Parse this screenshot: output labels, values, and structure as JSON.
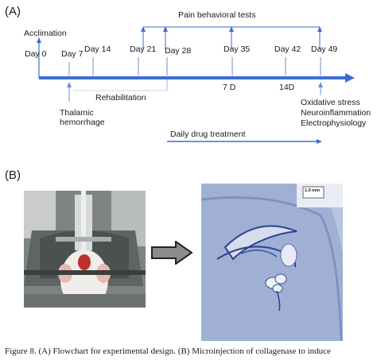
{
  "figure": {
    "panel_a_label": "(A)",
    "panel_b_label": "(B)",
    "caption": "Figure 8. (A) Flowchart for experimental design. (B) Microinjection of collagenase to induce"
  },
  "timeline": {
    "acclimation": "Acclimation",
    "days": [
      "Day 0",
      "Day 7",
      "Day 14",
      "Day 21",
      "Day 28",
      "Day 35",
      "Day 42",
      "Day 49"
    ],
    "pain_tests": "Pain behavioral tests",
    "rehabilitation": "Rehabilitation",
    "thalamic_hemorrhage": [
      "Thalamic",
      "hemorrhage"
    ],
    "mark_7d": "7 D",
    "mark_14d": "14D",
    "endpoints": [
      "Oxidative stress",
      "Neuroinflammation",
      "Electrophysiology"
    ],
    "daily_drug": "Daily drug treatment",
    "accent_color": "#3a6fd0"
  },
  "panel_b": {
    "scale_bar": "1.0 mm",
    "left_image": "rat in stereotaxic frame photo",
    "right_image": "stained brain section micrograph"
  }
}
